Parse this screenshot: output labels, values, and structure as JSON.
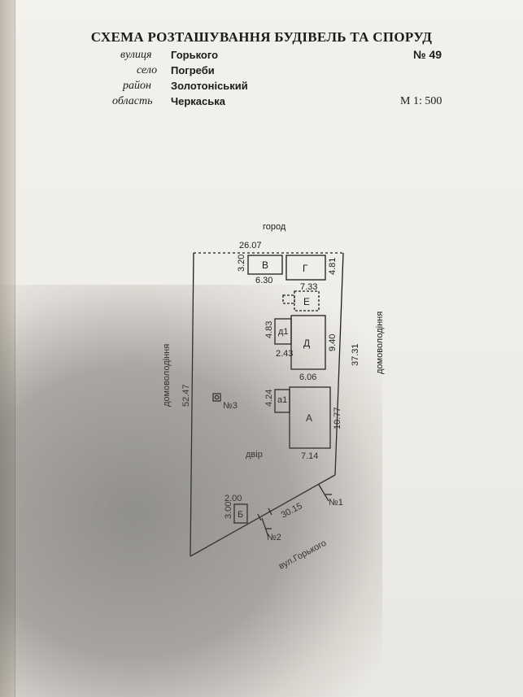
{
  "header": {
    "title": "СХЕМА РОЗТАШУВАННЯ БУДІВЕЛЬ ТА СПОРУД",
    "street_label": "вулиця",
    "street_value": "Горького",
    "number": "№ 49",
    "village_label": "село",
    "village_value": "Погреби",
    "district_label": "район",
    "district_value": "Золотоніський",
    "region_label": "область",
    "region_value": "Черкаська",
    "scale": "М 1: 500"
  },
  "plan": {
    "garden_label": "город",
    "yard_label": "двір",
    "street_caption": "вул.Горького",
    "left_neighbor": "домоволодіння",
    "right_neighbor": "домоволодіння",
    "dim_top": "26.07",
    "dim_left": "52.47",
    "dim_right": "37.31",
    "dim_bottom": "30.15",
    "buildings": {
      "v": {
        "label": "В",
        "w": "6.30",
        "h": "3.20"
      },
      "g": {
        "label": "Г",
        "w": "7.33",
        "h": "4.81"
      },
      "e": {
        "label": "Е"
      },
      "d1": {
        "label": "д1",
        "w": "2.43",
        "h": "4.83"
      },
      "d": {
        "label": "Д",
        "w": "6.06",
        "h": "9.40"
      },
      "a1": {
        "label": "а1",
        "h": "4.24"
      },
      "a": {
        "label": "А",
        "w": "7.14",
        "h": "10.77"
      },
      "b": {
        "label": "Б",
        "w": "2.00",
        "h": "3.00"
      }
    },
    "well": "№3",
    "gate1": "№1",
    "gate2": "№2"
  }
}
